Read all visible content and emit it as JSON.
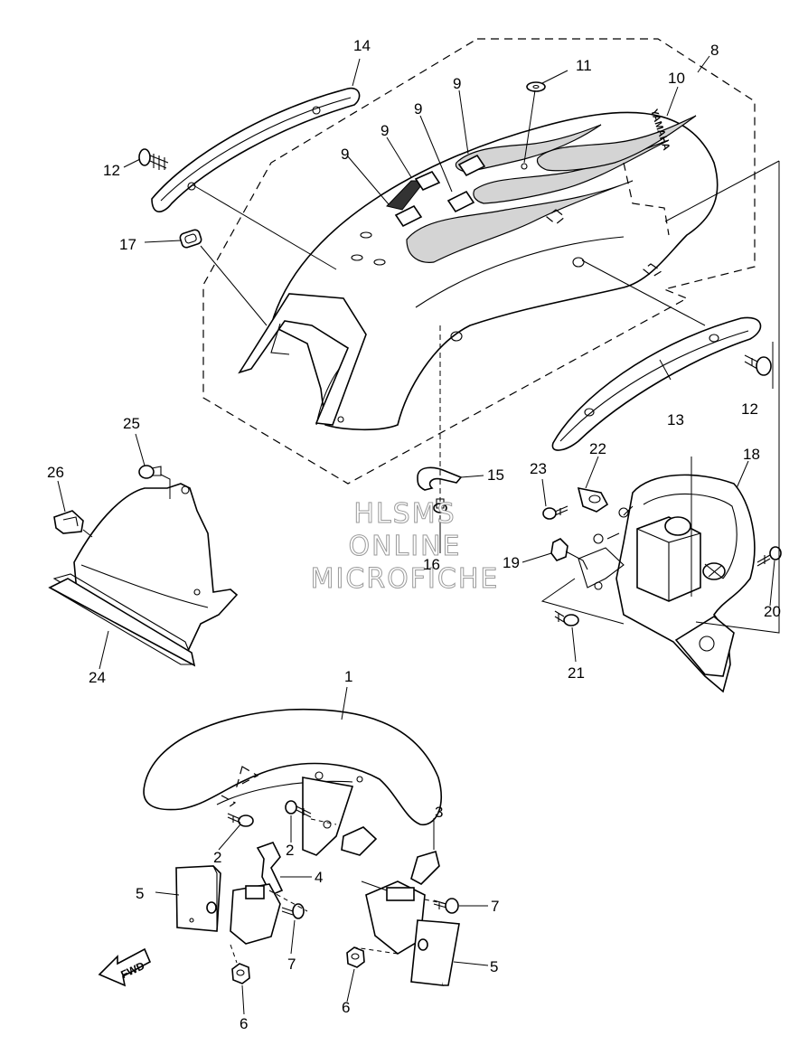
{
  "callouts": {
    "c1": "1",
    "c2a": "2",
    "c2b": "2",
    "c3": "3",
    "c4": "4",
    "c5a": "5",
    "c5b": "5",
    "c6a": "6",
    "c6b": "6",
    "c7a": "7",
    "c7b": "7",
    "c8": "8",
    "c9a": "9",
    "c9b": "9",
    "c9c": "9",
    "c9d": "9",
    "c10": "10",
    "c11": "11",
    "c12a": "12",
    "c12b": "12",
    "c13": "13",
    "c14": "14",
    "c15": "15",
    "c16": "16",
    "c17": "17",
    "c18": "18",
    "c19": "19",
    "c20": "20",
    "c21": "21",
    "c22": "22",
    "c23": "23",
    "c24": "24",
    "c25": "25",
    "c26": "26"
  },
  "watermark": {
    "line1": "HLSMS",
    "line2": "ONLINE",
    "line3": "MICROFICHE"
  },
  "fwd_label": "FWD",
  "brand_label": "YAMAHA"
}
